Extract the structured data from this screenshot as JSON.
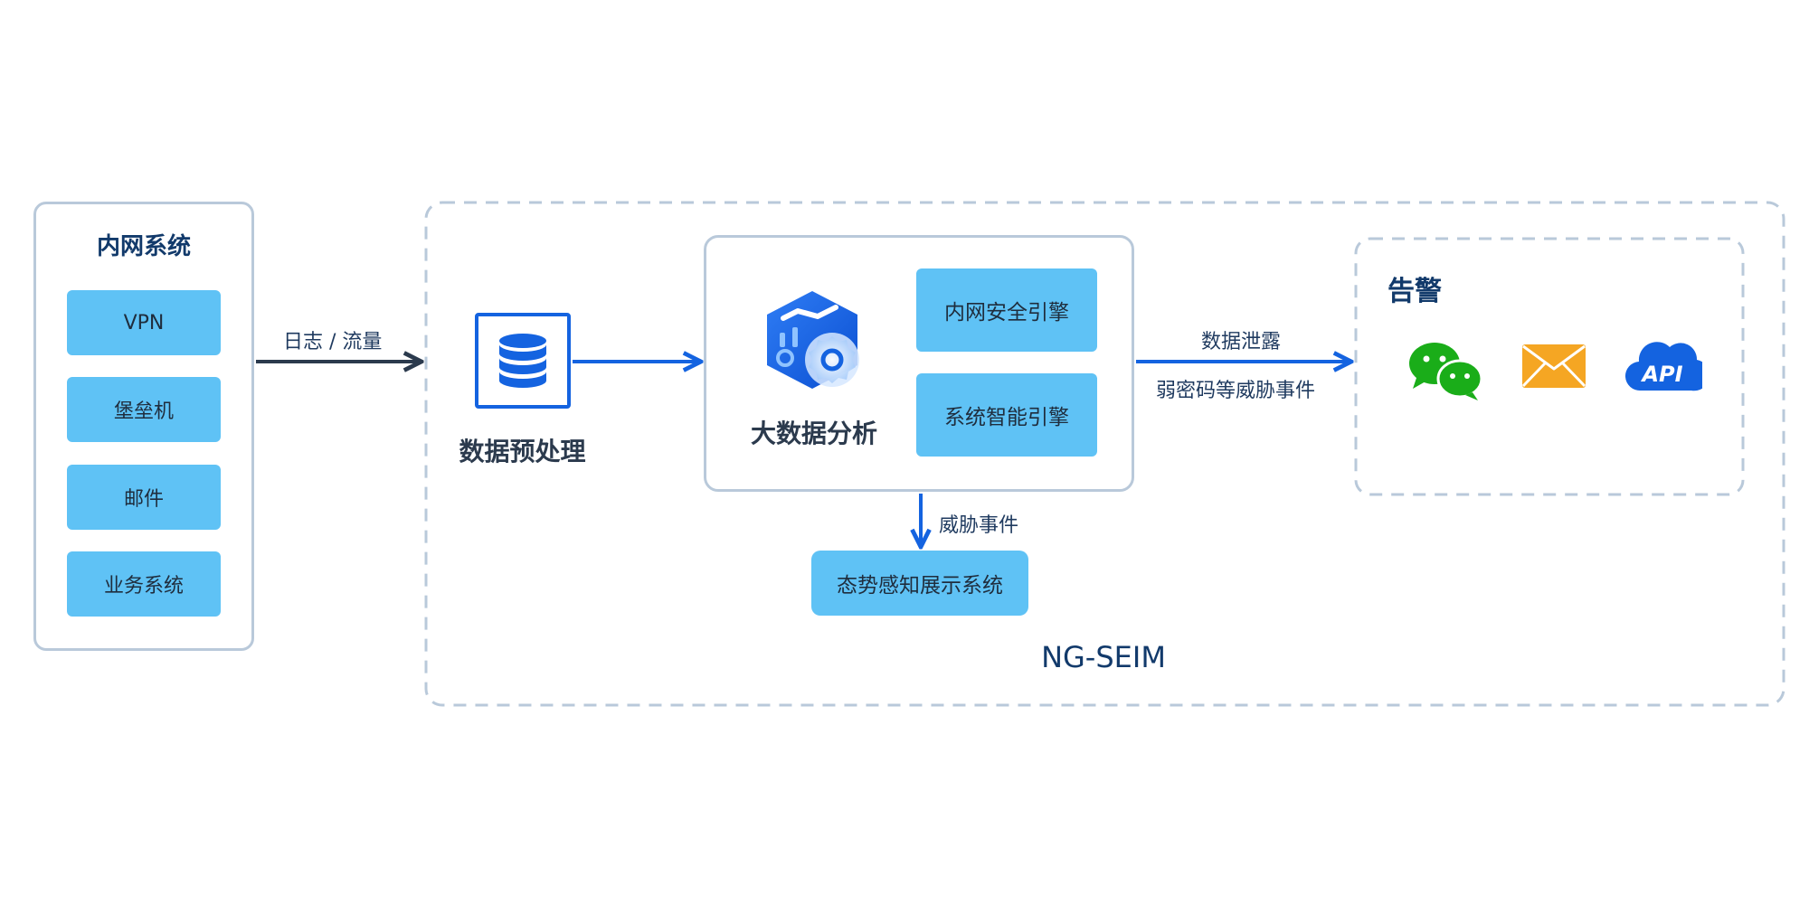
{
  "intranet": {
    "title": "内网系统",
    "items": [
      "VPN",
      "堡垒机",
      "邮件",
      "业务系统"
    ]
  },
  "arrows": {
    "log_flow": "日志 / 流量",
    "data_leak": "数据泄露",
    "weak_password": "弱密码等威胁事件",
    "threat_event": "威胁事件"
  },
  "preprocess": {
    "label": "数据预处理"
  },
  "bigdata": {
    "label": "大数据分析",
    "engines": [
      "内网安全引擎",
      "系统智能引擎"
    ]
  },
  "situation": {
    "label": "态势感知展示系统"
  },
  "alert": {
    "title": "告警",
    "channels": [
      "wechat-icon",
      "mail-icon",
      "api-cloud-icon"
    ],
    "api_text": "API"
  },
  "platform": {
    "name": "NG-SEIM"
  },
  "colors": {
    "accent_blue": "#1463e0",
    "box_fill": "#5fc2f5",
    "border_gray": "#b9c9da",
    "title_navy": "#123a6b",
    "wechat_green": "#1aad19",
    "mail_orange": "#f5a623"
  }
}
